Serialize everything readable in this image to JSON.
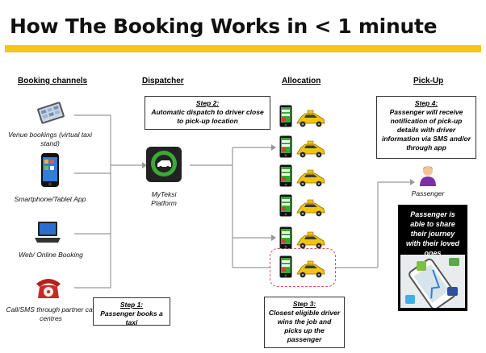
{
  "title": "How The Booking Works in < 1 minute",
  "colors": {
    "accent": "#f5c518",
    "dashed": "#d9534f",
    "platform_green": "#3aa935"
  },
  "columns": {
    "booking_channels": "Booking channels",
    "dispatcher": "Dispatcher",
    "allocation": "Allocation",
    "pickup": "Pick-Up"
  },
  "channels": {
    "venue": "Venue bookings (virtual taxi stand)",
    "smartphone": "Smartphone/Tablet App",
    "web": "Web/ Online Booking",
    "call": "Call/SMS through partner call centres"
  },
  "platform": "MyTeksi Platform",
  "steps": {
    "step1": {
      "label": "Step 1:",
      "text": "Passenger books a taxi"
    },
    "step2": {
      "label": "Step 2:",
      "text": "Automatic dispatch to driver close to pick-up location"
    },
    "step3": {
      "label": "Step 3:",
      "text": "Closest eligible driver wins the job and picks up the passenger"
    },
    "step4": {
      "label": "Step 4:",
      "text": "Passenger will receive notification of pick-up details with driver information via SMS and/or through app"
    }
  },
  "passenger_label": "Passenger",
  "share_text": "Passenger is able to share their journey with their loved ones",
  "icons": [
    "tablet-icon",
    "smartphone-icon",
    "laptop-icon",
    "telephone-icon",
    "myteksi-logo-icon",
    "phone-icon",
    "taxi-icon",
    "passenger-icon",
    "social-phone-icon"
  ]
}
